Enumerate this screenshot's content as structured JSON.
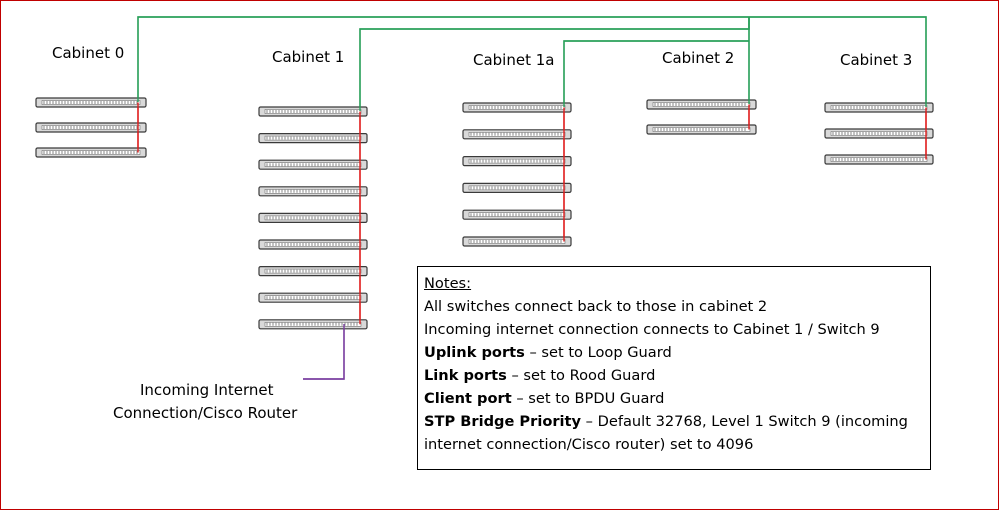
{
  "cabinets": [
    {
      "label": "Cabinet 0",
      "switches": 3
    },
    {
      "label": "Cabinet 1",
      "switches": 9
    },
    {
      "label": "Cabinet 1a",
      "switches": 6
    },
    {
      "label": "Cabinet 2",
      "switches": 2
    },
    {
      "label": "Cabinet 3",
      "switches": 3
    }
  ],
  "router_label": {
    "line1": "Incoming Internet",
    "line2": "Connection/Cisco Router"
  },
  "notes": {
    "title": "Notes:",
    "line1": "All switches connect back to those in cabinet 2",
    "line2": "Incoming internet connection connects to Cabinet 1 / Switch 9",
    "uplink_bold": "Uplink ports",
    "uplink_text": " – set to Loop Guard",
    "link_bold": "Link ports",
    "link_text": " – set to Rood Guard",
    "client_bold": "Client port",
    "client_text": " – set to BPDU Guard",
    "stp_bold": "STP Bridge Priority",
    "stp_text": " – Default 32768, Level 1 Switch 9 (incoming internet connection/Cisco router) set to 4096"
  },
  "colors": {
    "trunk": "#2aa05a",
    "stack": "#e02020",
    "router_link": "#7a3fa0",
    "frame": "#c00000"
  }
}
